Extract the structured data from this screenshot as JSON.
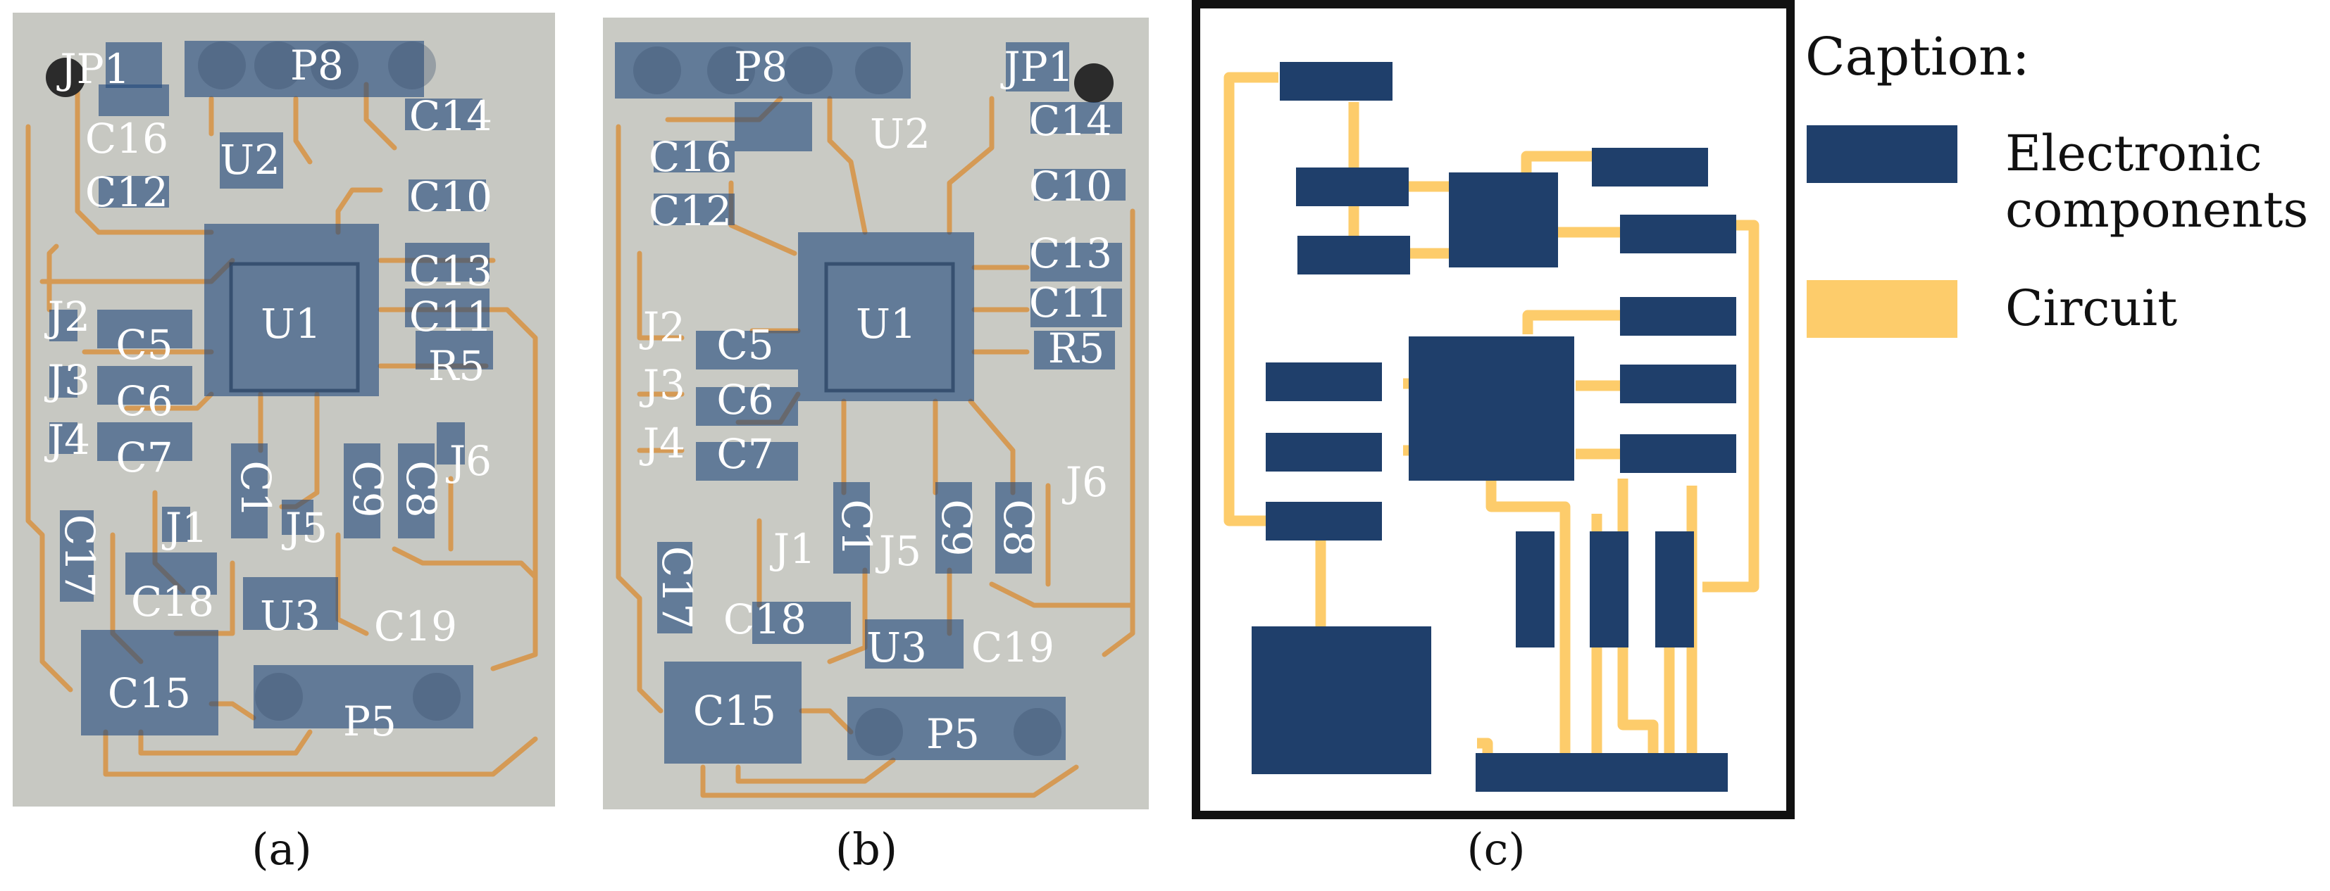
{
  "panels": [
    {
      "id": "a",
      "label": "(a)",
      "board_color": "#c7c8c2",
      "components": [
        {
          "name": "P8",
          "rotate": false
        },
        {
          "name": "JP1",
          "rotate": false
        },
        {
          "name": "U2",
          "rotate": false
        },
        {
          "name": "C16",
          "rotate": false
        },
        {
          "name": "C14",
          "rotate": false
        },
        {
          "name": "C12",
          "rotate": false
        },
        {
          "name": "C10",
          "rotate": false
        },
        {
          "name": "U1",
          "rotate": false
        },
        {
          "name": "C13",
          "rotate": false
        },
        {
          "name": "C11",
          "rotate": false
        },
        {
          "name": "J2",
          "rotate": false
        },
        {
          "name": "C5",
          "rotate": false
        },
        {
          "name": "R5",
          "rotate": false
        },
        {
          "name": "J3",
          "rotate": false
        },
        {
          "name": "C6",
          "rotate": false
        },
        {
          "name": "J4",
          "rotate": false
        },
        {
          "name": "C7",
          "rotate": false
        },
        {
          "name": "J6",
          "rotate": false
        },
        {
          "name": "C1",
          "rotate": true
        },
        {
          "name": "C9",
          "rotate": true
        },
        {
          "name": "C8",
          "rotate": true
        },
        {
          "name": "J1",
          "rotate": false
        },
        {
          "name": "J5",
          "rotate": false
        },
        {
          "name": "C17",
          "rotate": true
        },
        {
          "name": "C18",
          "rotate": false
        },
        {
          "name": "U3",
          "rotate": false
        },
        {
          "name": "C19",
          "rotate": false
        },
        {
          "name": "C15",
          "rotate": false
        },
        {
          "name": "P5",
          "rotate": false
        }
      ]
    },
    {
      "id": "b",
      "label": "(b)",
      "board_color": "#c9cac4",
      "components": [
        {
          "name": "P8",
          "rotate": false
        },
        {
          "name": "JP1",
          "rotate": false
        },
        {
          "name": "U2",
          "rotate": false
        },
        {
          "name": "C14",
          "rotate": false
        },
        {
          "name": "C16",
          "rotate": false
        },
        {
          "name": "C12",
          "rotate": false
        },
        {
          "name": "C10",
          "rotate": false
        },
        {
          "name": "U1",
          "rotate": false
        },
        {
          "name": "C13",
          "rotate": false
        },
        {
          "name": "C11",
          "rotate": false
        },
        {
          "name": "J2",
          "rotate": false
        },
        {
          "name": "C5",
          "rotate": false
        },
        {
          "name": "R5",
          "rotate": false
        },
        {
          "name": "J3",
          "rotate": false
        },
        {
          "name": "C6",
          "rotate": false
        },
        {
          "name": "J4",
          "rotate": false
        },
        {
          "name": "C7",
          "rotate": false
        },
        {
          "name": "J6",
          "rotate": false
        },
        {
          "name": "C1",
          "rotate": true
        },
        {
          "name": "C9",
          "rotate": true
        },
        {
          "name": "C8",
          "rotate": true
        },
        {
          "name": "J1",
          "rotate": false
        },
        {
          "name": "J5",
          "rotate": false
        },
        {
          "name": "C17",
          "rotate": true
        },
        {
          "name": "C18",
          "rotate": false
        },
        {
          "name": "U3",
          "rotate": false
        },
        {
          "name": "C19",
          "rotate": false
        },
        {
          "name": "C15",
          "rotate": false
        },
        {
          "name": "P5",
          "rotate": false
        }
      ]
    },
    {
      "id": "c",
      "label": "(c)"
    }
  ],
  "legend": {
    "title": "Caption:",
    "items": [
      {
        "label": "Electronic components",
        "lines": [
          "Electronic",
          "components"
        ],
        "color": "#1f3f6b"
      },
      {
        "label": "Circuit",
        "lines": [
          "Circuit"
        ],
        "color": "#fdcc6b"
      }
    ]
  },
  "colors": {
    "component": "#1f3f6b",
    "component_overlay": "rgba(36,74,124,0.62)",
    "circuit": "#fdcc6b",
    "copper": "#d59a55",
    "hole": "#2b2b2b",
    "frame": "#111111"
  }
}
